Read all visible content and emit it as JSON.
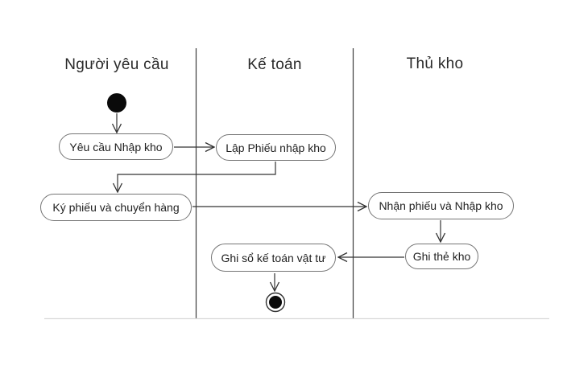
{
  "diagram": {
    "kind": "uml-activity-swimlane",
    "lanes": [
      {
        "label": "Người yêu cầu"
      },
      {
        "label": "Kế toán"
      },
      {
        "label": "Thủ kho"
      }
    ],
    "activities": [
      {
        "id": "yeu-cau-nhap-kho",
        "label": "Yêu cầu Nhập kho",
        "lane": "Người yêu cầu"
      },
      {
        "id": "lap-phieu-nhap-kho",
        "label": "Lập Phiếu nhập kho",
        "lane": "Kế toán"
      },
      {
        "id": "ky-phieu-va-chuyen-hang",
        "label": "Ký phiếu và chuyển hàng",
        "lane": "Người yêu cầu"
      },
      {
        "id": "nhan-phieu-va-nhap-kho",
        "label": "Nhận phiếu và Nhập kho",
        "lane": "Thủ kho"
      },
      {
        "id": "ghi-so-ke-toan-vat-tu",
        "label": "Ghi sổ kế toán vật tư",
        "lane": "Kế toán"
      },
      {
        "id": "ghi-the-kho",
        "label": "Ghi thẻ kho",
        "lane": "Thủ kho"
      }
    ],
    "nodes": [
      {
        "id": "start",
        "type": "initial-node",
        "lane": "Người yêu cầu"
      },
      {
        "id": "end",
        "type": "activity-final-node",
        "lane": "Kế toán"
      }
    ],
    "flows": [
      {
        "from": "start",
        "to": "Yêu cầu Nhập kho"
      },
      {
        "from": "Yêu cầu Nhập kho",
        "to": "Lập Phiếu nhập kho"
      },
      {
        "from": "Lập Phiếu nhập kho",
        "to": "Ký phiếu và chuyển hàng"
      },
      {
        "from": "Ký phiếu và chuyển hàng",
        "to": "Nhận phiếu và Nhập kho"
      },
      {
        "from": "Nhận phiếu và Nhập kho",
        "to": "Ghi thẻ kho"
      },
      {
        "from": "Ghi thẻ kho",
        "to": "Ghi sổ kế toán vật tư"
      },
      {
        "from": "Ghi sổ kế toán vật tư",
        "to": "end"
      }
    ],
    "colors": {
      "background": "#ffffff",
      "line": "#333333",
      "node_border": "#757575",
      "text": "#1f1f1f",
      "faint_boundary": "#d9d9d9"
    }
  }
}
